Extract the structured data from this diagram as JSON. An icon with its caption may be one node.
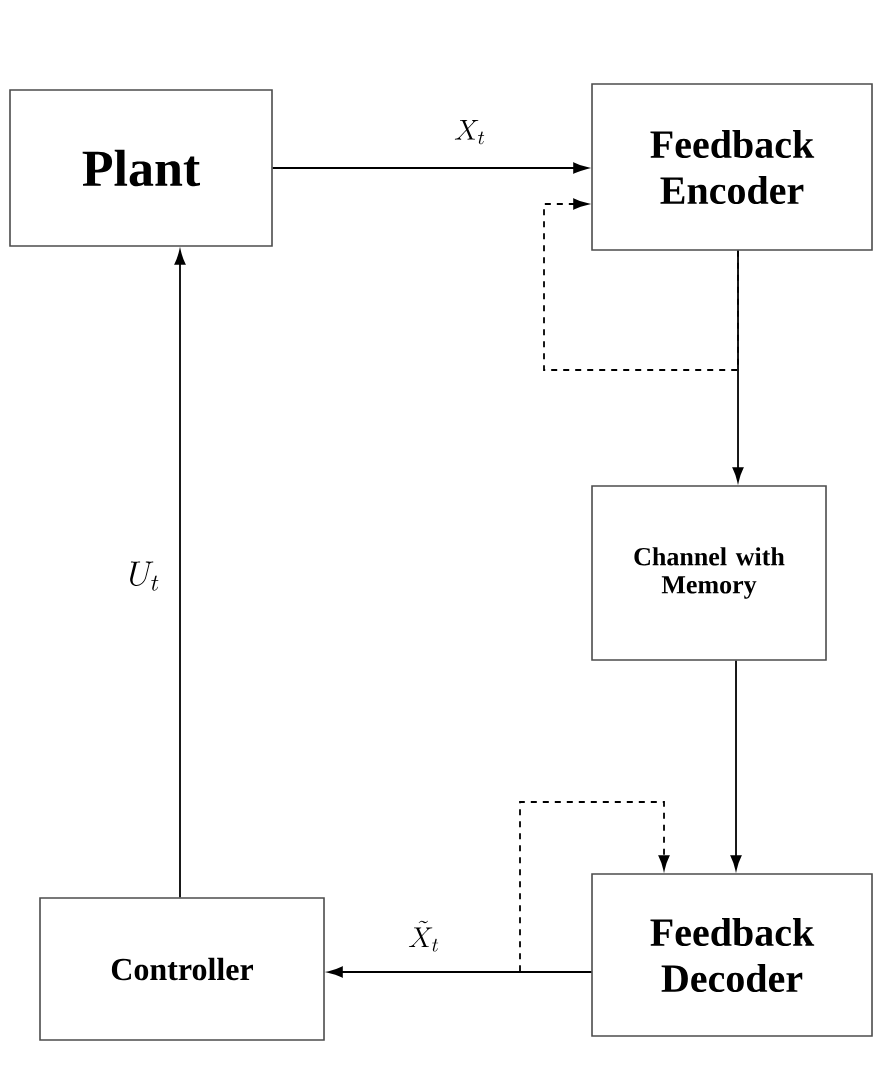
{
  "diagram": {
    "nodes": [
      {
        "text": [
          "Plant"
        ]
      },
      {
        "text": [
          "Feedback Encoder"
        ]
      },
      {
        "text": [
          "Channel with Memory"
        ]
      },
      {
        "text": [
          "Feedback Decoder"
        ]
      },
      {
        "text": [
          "Controller"
        ]
      }
    ],
    "edges": [
      {
        "from": 0,
        "to": 1,
        "arrow": "to",
        "label": "X_t"
      },
      {
        "from": 1,
        "to": 2,
        "arrow": "to"
      },
      {
        "from": 1,
        "to": 1,
        "arrow": "to",
        "style": "dashed"
      },
      {
        "from": 2,
        "to": 3,
        "arrow": "to"
      },
      {
        "from": 3,
        "to": 3,
        "arrow": "to",
        "style": "dashed"
      },
      {
        "from": 3,
        "to": 4,
        "arrow": "to",
        "label": "\\tilde{X}_t"
      },
      {
        "from": 4,
        "to": 0,
        "arrow": "to",
        "label": "U_t"
      }
    ]
  }
}
